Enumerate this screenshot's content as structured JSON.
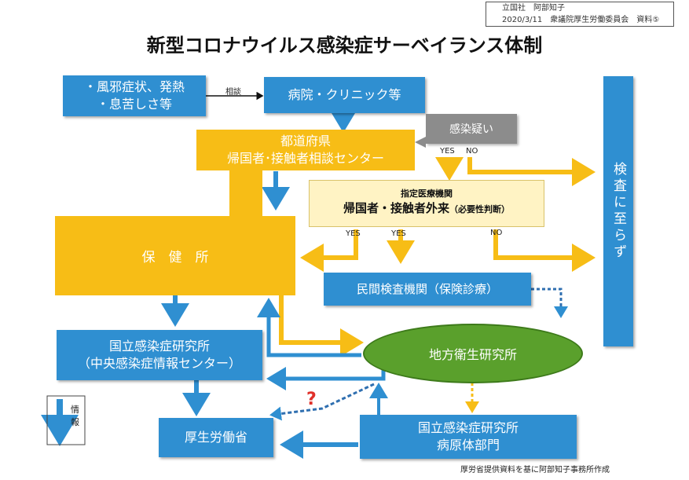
{
  "stamp": {
    "line1": "立国社　阿部知子",
    "line2": "2020/3/11　衆議院厚生労働委員会　資料⑤"
  },
  "title": "新型コロナウイルス感染症サーベイランス体制",
  "nodes": {
    "symptoms": {
      "line1": "・風邪症状、発熱",
      "line2": "・息苦しさ等"
    },
    "consult_label": "相談",
    "hospital": "病院・クリニック等",
    "center": {
      "line1": "都道府県",
      "line2": "帰国者･接触者相談センター"
    },
    "suspect": "感染疑い",
    "designated": {
      "label": "指定医療機関",
      "main": "帰国者・接触者外来",
      "note": "（必要性判断）"
    },
    "no_test": "検査に至らず",
    "health_center": "保　健　所",
    "private_lab": "民間検査機関（保険診療）",
    "niid_center": {
      "line1": "国立感染症研究所",
      "line2": "（中央感染症情報センター）"
    },
    "local_lab": "地方衛生研究所",
    "mhlw": "厚生労働省",
    "niid_pathogen": {
      "line1": "国立感染症研究所",
      "line2": "病原体部門"
    }
  },
  "labels": {
    "yes": "YES",
    "no": "NO",
    "question": "?"
  },
  "legend": {
    "info_line1": "情",
    "info_line2": "報"
  },
  "footer": "厚労省提供資料を基に阿部知子事務所作成",
  "colors": {
    "blue": "#2f8fd1",
    "yellow": "#f7bd16",
    "green": "#5aa02c",
    "gray": "#8c8c8c",
    "cream": "#fff3c4",
    "question": "#e0302a"
  }
}
